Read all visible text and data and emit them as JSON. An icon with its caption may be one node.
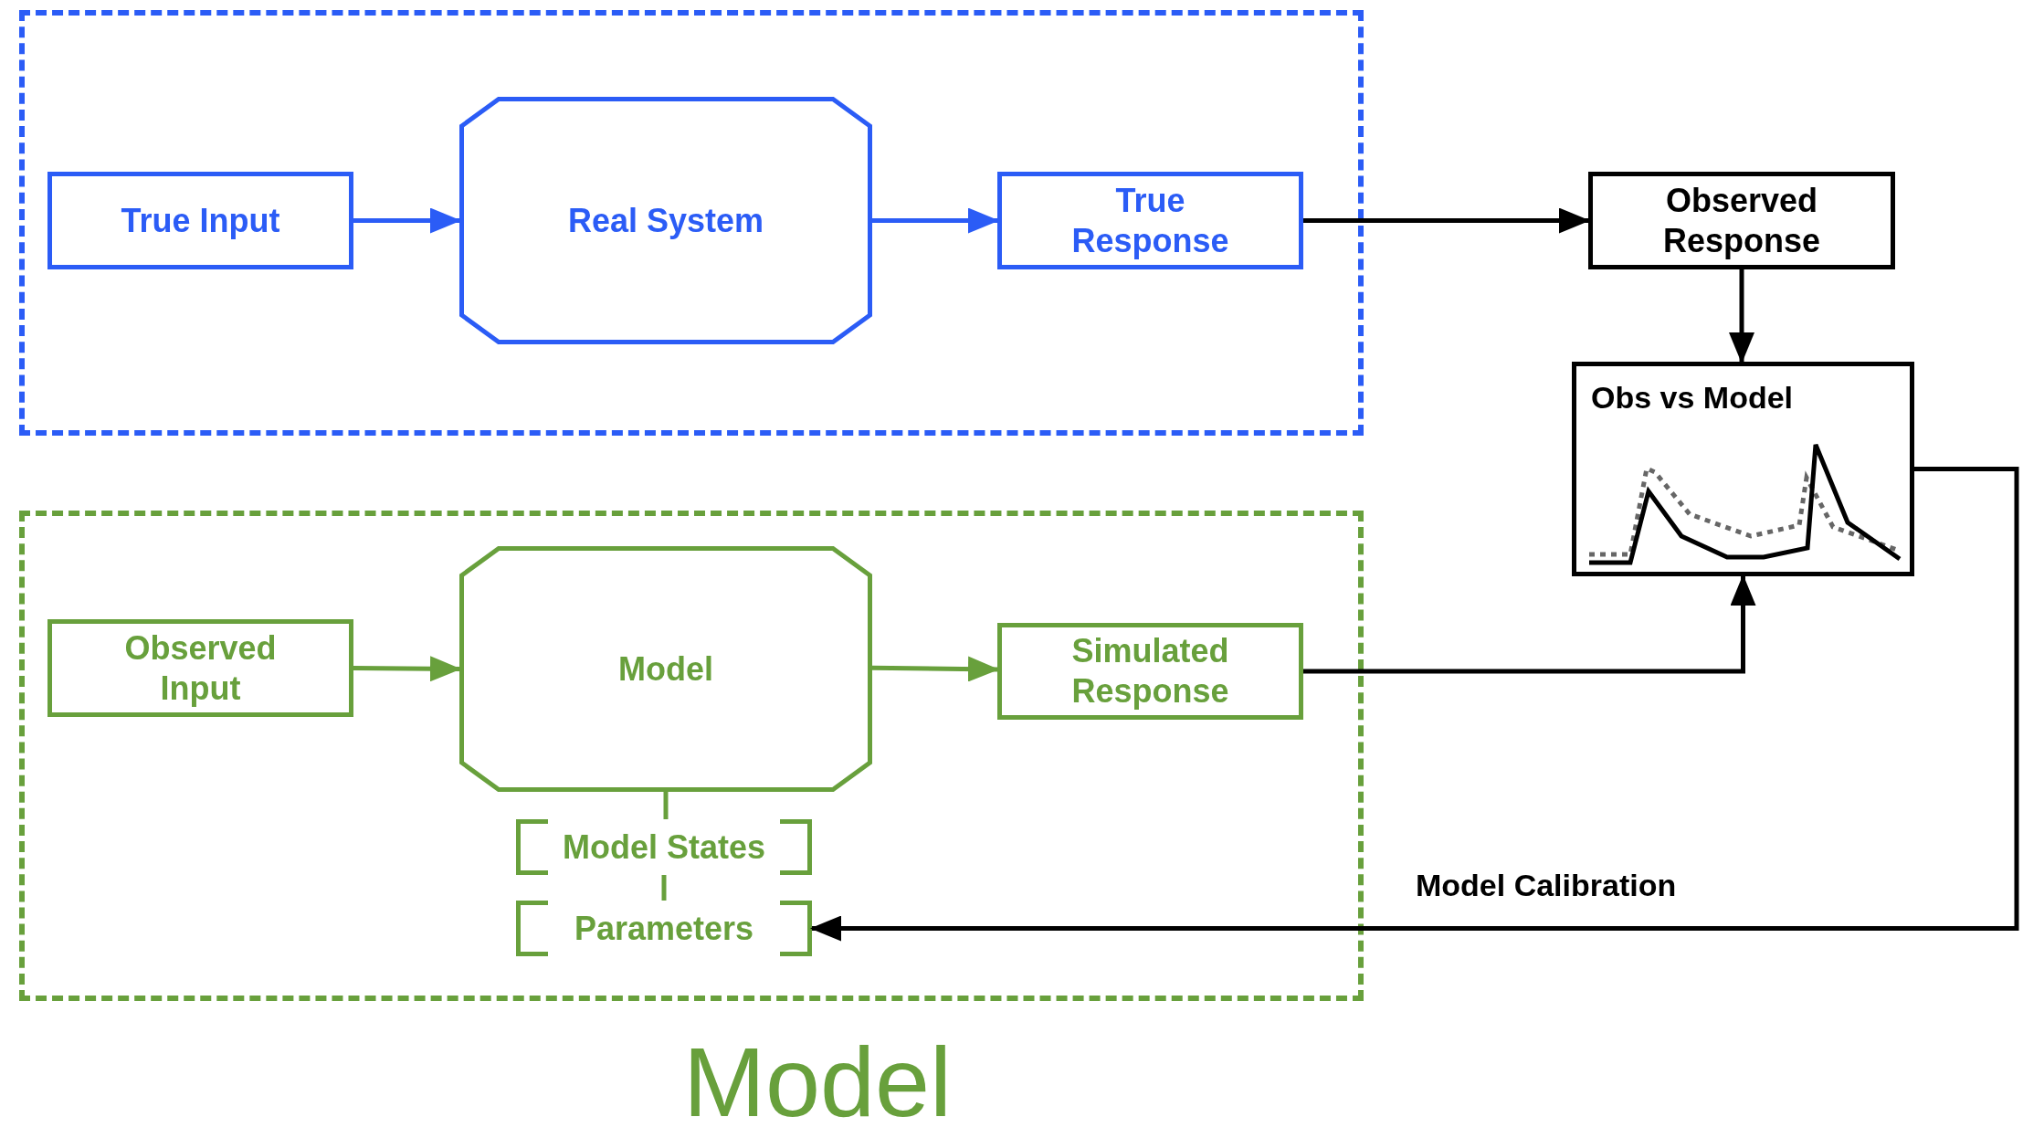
{
  "diagram": {
    "caption": "Model",
    "nodes": [
      {
        "text": [],
        "shape": "box"
      },
      {
        "text": [
          "True Input"
        ],
        "in": 0
      },
      {
        "text": [
          "Real System"
        ],
        "in": 0
      },
      {
        "text": [
          "True Response"
        ],
        "in": 0
      },
      {
        "text": [
          "Observed Response"
        ]
      },
      {
        "text": [
          "Obs vs Model"
        ]
      },
      {
        "text": [],
        "shape": "box"
      },
      {
        "text": [
          "Observed Input"
        ],
        "in": 6
      },
      {
        "text": [
          "Model"
        ],
        "in": 6
      },
      {
        "text": [
          "Simulated Response"
        ],
        "in": 6
      },
      {
        "text": [
          "Model States"
        ],
        "in": 6
      },
      {
        "text": [
          "Parameters"
        ],
        "in": 6
      }
    ],
    "edges": [
      {
        "from": 1,
        "to": 2,
        "arrow": "to",
        "color": "#2b5cf6"
      },
      {
        "from": 2,
        "to": 3,
        "arrow": "to",
        "color": "#2b5cf6"
      },
      {
        "from": 3,
        "to": 4,
        "arrow": "to"
      },
      {
        "from": 4,
        "to": 5,
        "arrow": "to"
      },
      {
        "from": 7,
        "to": 8,
        "arrow": "to",
        "color": "#68a03c"
      },
      {
        "from": 8,
        "to": 9,
        "arrow": "to",
        "color": "#68a03c"
      },
      {
        "from": 9,
        "to": 5,
        "arrow": "to"
      },
      {
        "from": 5,
        "to": 11,
        "arrow": "to",
        "label": "Model Calibration"
      },
      {
        "from": 8,
        "to": 10,
        "arrow": "none",
        "color": "#68a03c"
      },
      {
        "from": 10,
        "to": 11,
        "arrow": "none",
        "color": "#68a03c"
      }
    ]
  }
}
